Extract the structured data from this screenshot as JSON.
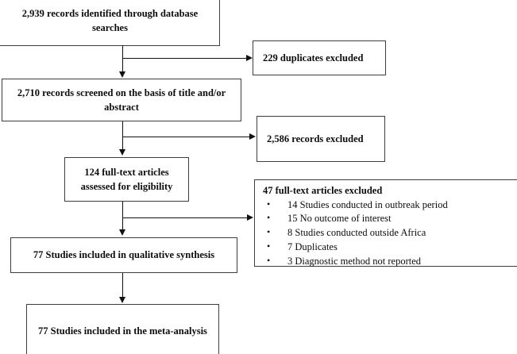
{
  "diagram": {
    "type": "prisma-flow-diagram",
    "nodes": {
      "identified": {
        "label": "2,939 records identified through database searches",
        "count": 2939
      },
      "duplicates_excluded": {
        "label": "229 duplicates excluded",
        "count": 229
      },
      "screened": {
        "label": "2,710 records screened on the basis of title and/or abstract",
        "count": 2710
      },
      "records_excluded": {
        "label": "2,586 records excluded",
        "count": 2586
      },
      "fulltext_assessed": {
        "label": "124 full-text articles assessed for eligibility",
        "count": 124
      },
      "fulltext_excluded": {
        "heading": "47 full-text articles excluded",
        "count": 47,
        "reasons": [
          "14 Studies conducted in outbreak period",
          "15 No outcome of interest",
          "8 Studies conducted outside Africa",
          "7 Duplicates",
          "3 Diagnostic method not reported"
        ]
      },
      "qualitative_synthesis": {
        "label": "77 Studies included in qualitative synthesis",
        "count": 77
      },
      "meta_analysis": {
        "label": "77 Studies included in the meta-analysis",
        "count": 77
      }
    },
    "bullet_glyph": "•",
    "colors": {
      "box_border": "#3d3d3d",
      "connector": "#111111",
      "text": "#0d0d0d",
      "background": "#ffffff"
    }
  }
}
